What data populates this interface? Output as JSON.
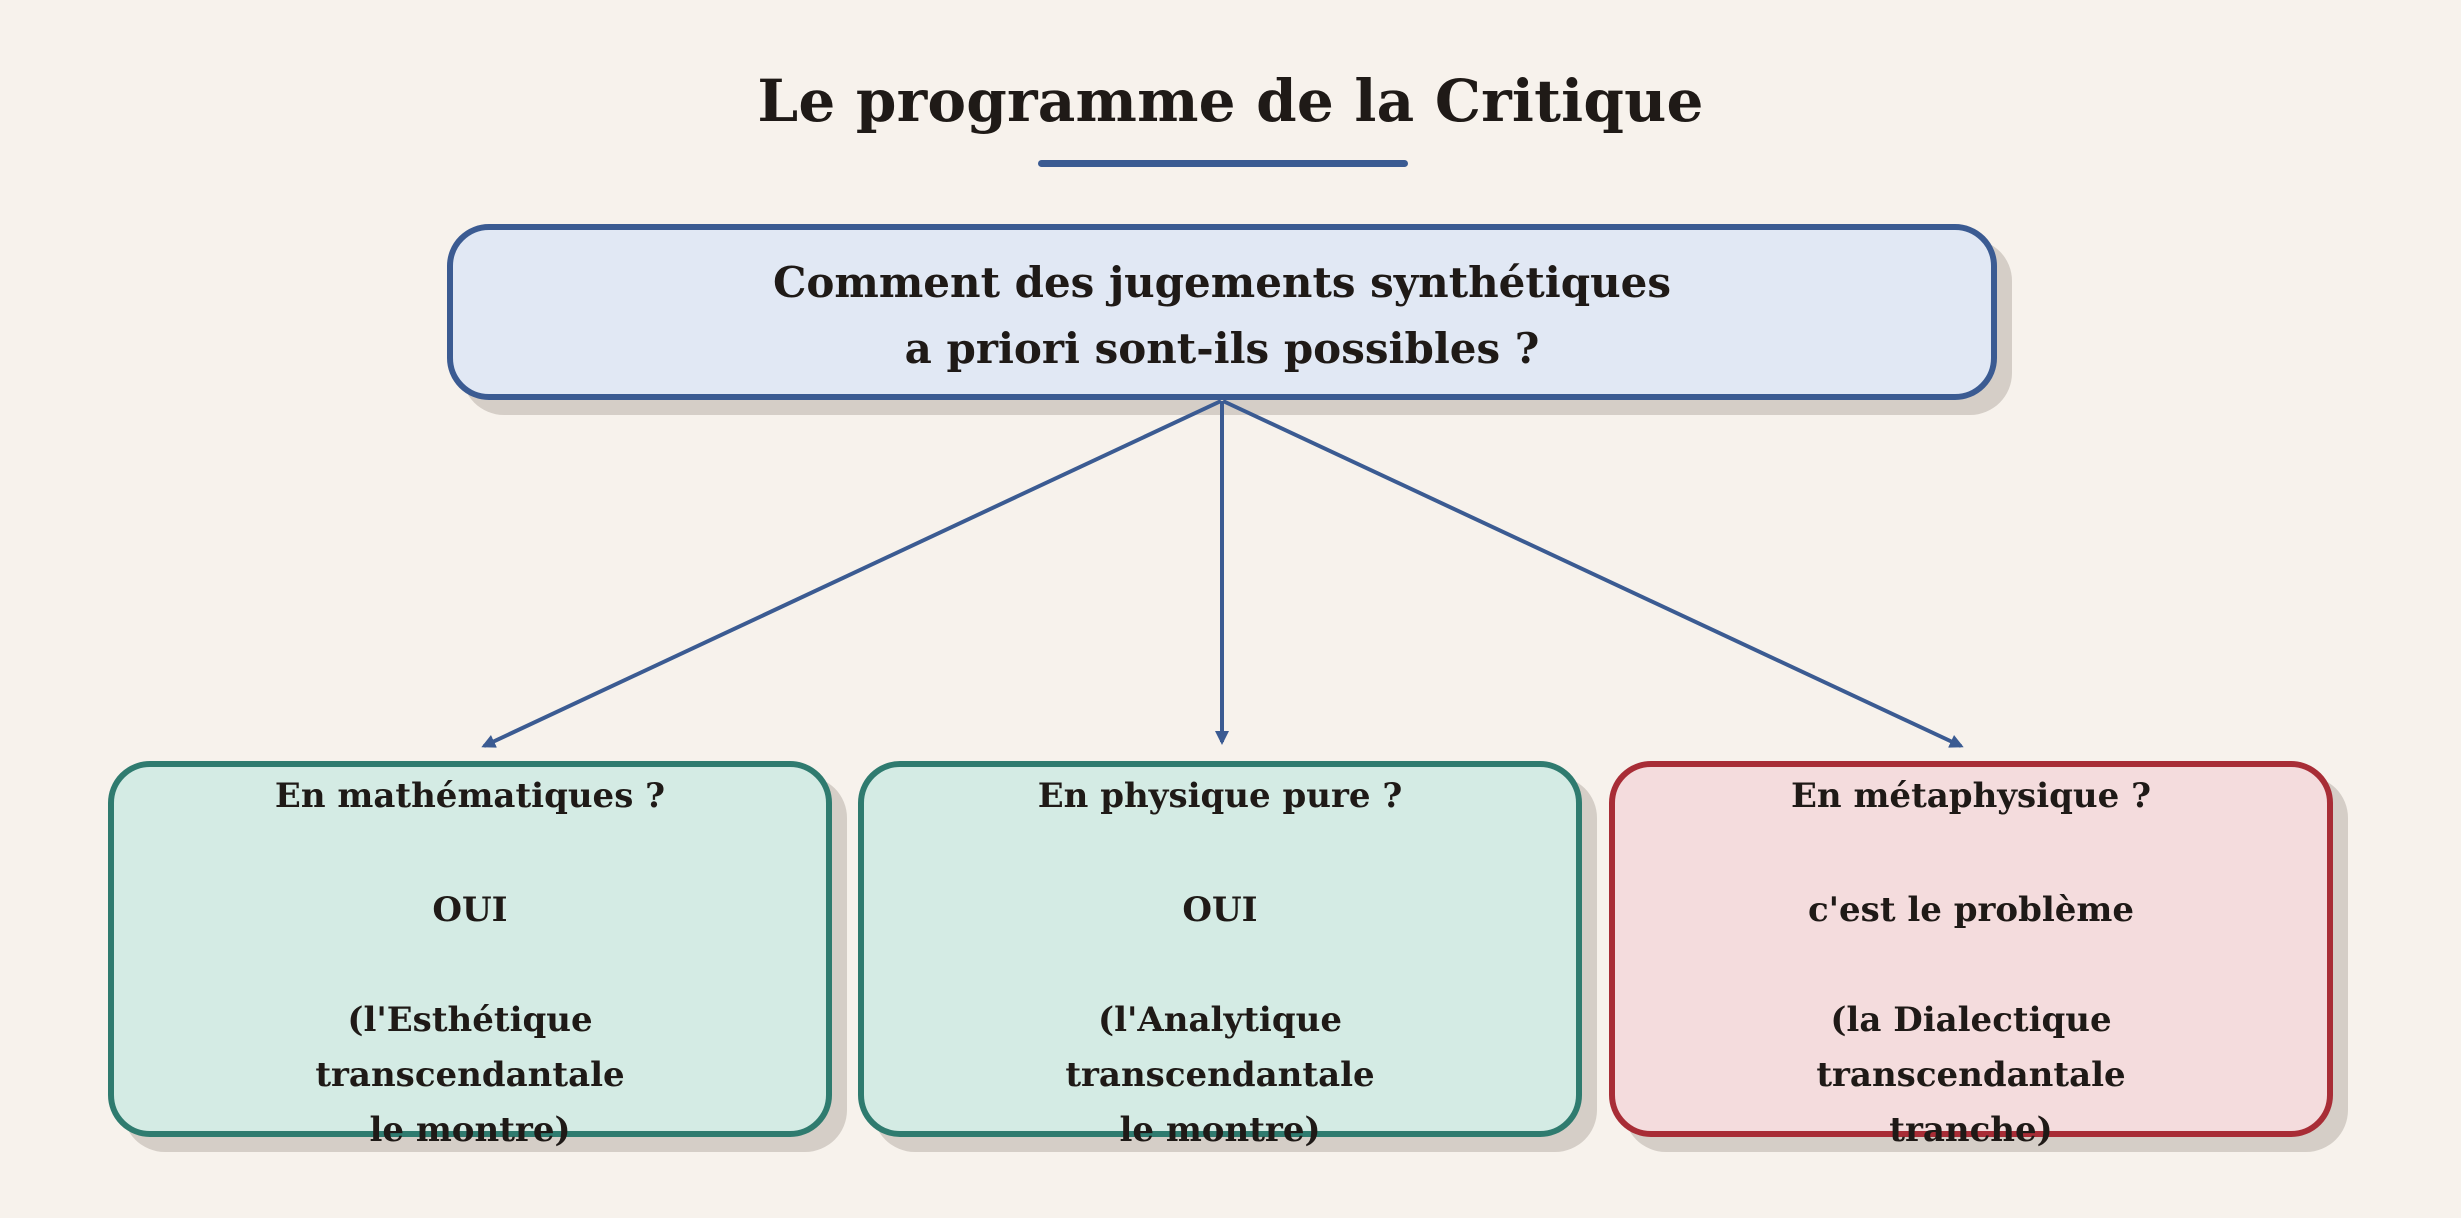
{
  "diagram": {
    "title": "Le programme de la Critique",
    "question": {
      "line1": "Comment des jugements synthétiques",
      "line2": "a priori sont-ils possibles ?"
    },
    "branches": [
      {
        "title": "En mathématiques ?",
        "answer": "OUI",
        "detail1": "(l'Esthétique",
        "detail2": "transcendantale",
        "detail3": "le montre)"
      },
      {
        "title": "En physique pure ?",
        "answer": "OUI",
        "detail1": "(l'Analytique",
        "detail2": "transcendantale",
        "detail3": "le montre)"
      },
      {
        "title": "En métaphysique ?",
        "answer": "c'est le problème",
        "detail1": "(la Dialectique",
        "detail2": "transcendantale",
        "detail3": "tranche)"
      }
    ]
  },
  "colors": {
    "background": "#f7f2ec",
    "main_border": "#3b5b92",
    "main_fill": "#e1e8f4",
    "green_border": "#2f7b6f",
    "green_fill": "#d4ebe4",
    "red_border": "#a82d36",
    "red_fill": "#f4dcdd"
  }
}
